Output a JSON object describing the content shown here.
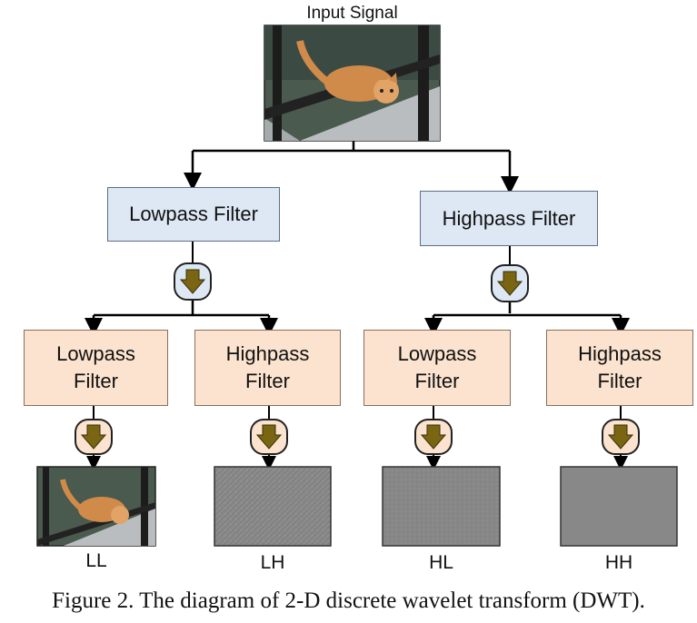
{
  "input": {
    "label": "Input Signal"
  },
  "level1": {
    "lowpass": "Lowpass Filter",
    "highpass": "Highpass Filter"
  },
  "level2": [
    {
      "line1": "Lowpass",
      "line2": "Filter"
    },
    {
      "line1": "Highpass",
      "line2": "Filter"
    },
    {
      "line1": "Lowpass",
      "line2": "Filter"
    },
    {
      "line1": "Highpass",
      "line2": "Filter"
    }
  ],
  "outputs": [
    {
      "label": "LL"
    },
    {
      "label": "LH"
    },
    {
      "label": "HL"
    },
    {
      "label": "HH"
    }
  ],
  "caption": "Figure 2. The diagram of 2-D discrete wavelet transform (DWT).",
  "colors": {
    "lowpass_box": "#dde8f4",
    "subband_box": "#fbe3cf",
    "downsample_arrow": "#7a6512",
    "connector": "#000000"
  }
}
